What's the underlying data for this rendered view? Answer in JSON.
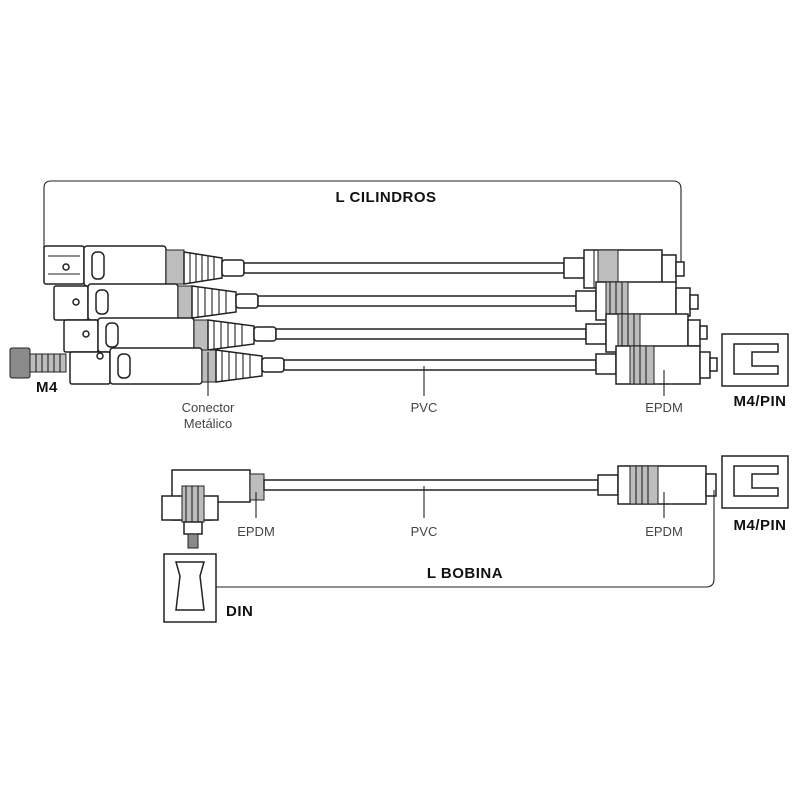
{
  "labels": {
    "l_cilindros": "L  CILINDROS",
    "l_bobina": "L  BOBINA",
    "m4": "M4",
    "conector_line1": "Conector",
    "conector_line2": "Metálico",
    "pvc_top": "PVC",
    "epdm_top": "EPDM",
    "m4pin_top": "M4/PIN",
    "epdm_bobina_left": "EPDM",
    "pvc_bobina": "PVC",
    "epdm_bobina_right": "EPDM",
    "m4pin_bottom": "M4/PIN",
    "din": "DIN"
  },
  "colors": {
    "line": "#222222",
    "shade": "#bdbdbd",
    "text": "#444444"
  },
  "icons": {
    "m4_screw": "m4-screw-icon",
    "m4pin_terminal": "m4pin-terminal-icon",
    "din_connector": "din-connector-icon"
  }
}
